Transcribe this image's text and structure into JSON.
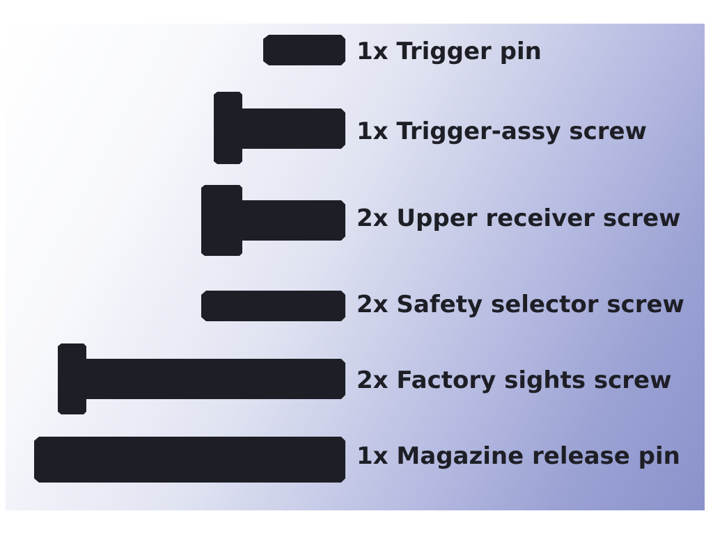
{
  "hardware_items": [
    {
      "quantity": "1x",
      "label": "1x Trigger pin",
      "type": "pin"
    },
    {
      "quantity": "1x",
      "label": "1x Trigger-assy screw",
      "type": "screw"
    },
    {
      "quantity": "2x",
      "label": "2x Upper receiver screw",
      "type": "screw"
    },
    {
      "quantity": "2x",
      "label": "2x Safety selector screw",
      "type": "pin"
    },
    {
      "quantity": "2x",
      "label": "2x Factory sights screw",
      "type": "screw"
    },
    {
      "quantity": "1x",
      "label": "1x Magazine release pin",
      "type": "pin"
    }
  ],
  "colors": {
    "part_fill": "#1e1f26",
    "label_text": "#1e1f26",
    "background_start": "#ffffff",
    "background_end": "#8b92cb"
  }
}
